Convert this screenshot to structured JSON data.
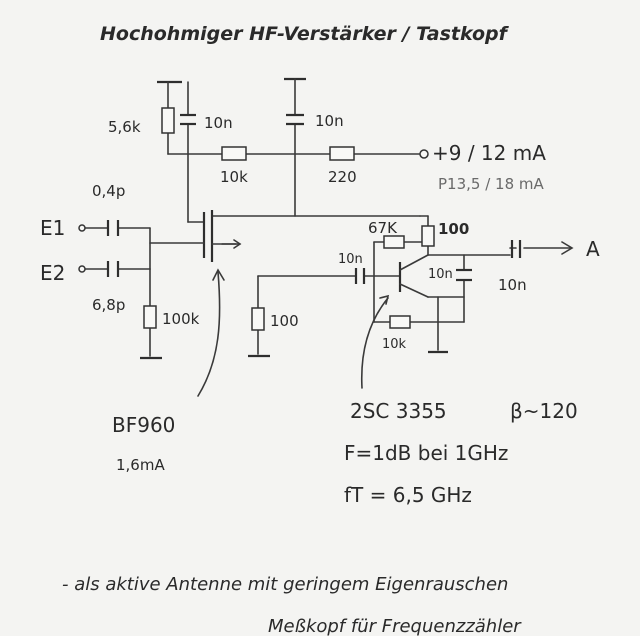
{
  "title": "Hochohmiger HF-Verstärker / Tastkopf",
  "labels": {
    "r_top": "5,6k",
    "c_top_left": "10n",
    "c_top_right": "10n",
    "r_10k_mid": "10k",
    "r_220": "220",
    "supply_primary": "+9 / 12 mA",
    "supply_secondary": "P13,5 / 18 mA",
    "c_in1": "0,4p",
    "c_in2": "6,8p",
    "input_e1": "E1",
    "input_e2": "E2",
    "r_100k": "100k",
    "r_source": "100",
    "r_67k": "67K",
    "r_collector": "100",
    "c_coupling": "10n",
    "c_emitter": "10n",
    "c_out": "10n",
    "output_a": "A",
    "r_10k_emitter": "10k",
    "fet_part": "BF960",
    "fet_current": "1,6mA",
    "bjt_part": "2SC 3355",
    "bjt_beta": "β~120",
    "bjt_noise": "F=1dB bei 1GHz",
    "bjt_ft": "fT = 6,5 GHz"
  },
  "notes": [
    "- als aktive Antenne mit geringem Eigenrauschen",
    "Meßkopf für Frequenzzähler"
  ],
  "colors": {
    "paper": "#f4f4f2",
    "ink": "#2a2a2a"
  }
}
